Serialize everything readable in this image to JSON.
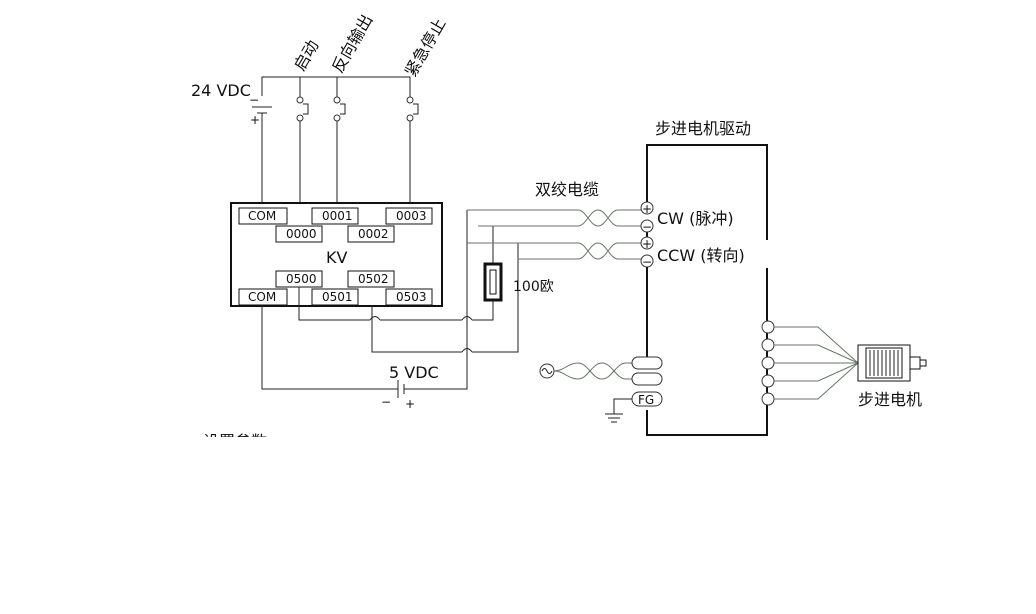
{
  "labels": {
    "vdc24": "24 VDC",
    "start": "启动",
    "reverse": "反向输出",
    "estop": "紧急停止",
    "plc_name": "KV",
    "com_top": "COM",
    "t0001": "0001",
    "t0003": "0003",
    "t0000": "0000",
    "t0002": "0002",
    "t0500": "0500",
    "t0502": "0502",
    "com_bottom": "COM",
    "t0501": "0501",
    "t0503": "0503",
    "twisted_cable": "双绞电缆",
    "resistor": "100欧",
    "vdc5": "5 VDC",
    "driver_title": "步进电机驱动",
    "cw": "CW (脉冲)",
    "ccw": "CCW (转向)",
    "fg": "FG",
    "motor": "步进电机",
    "plus": "+",
    "minus": "−",
    "bat24_minus": "−",
    "bat24_plus": "+",
    "bat5_minus": "−",
    "bat5_plus": "+",
    "cut_text": "设置参数"
  }
}
